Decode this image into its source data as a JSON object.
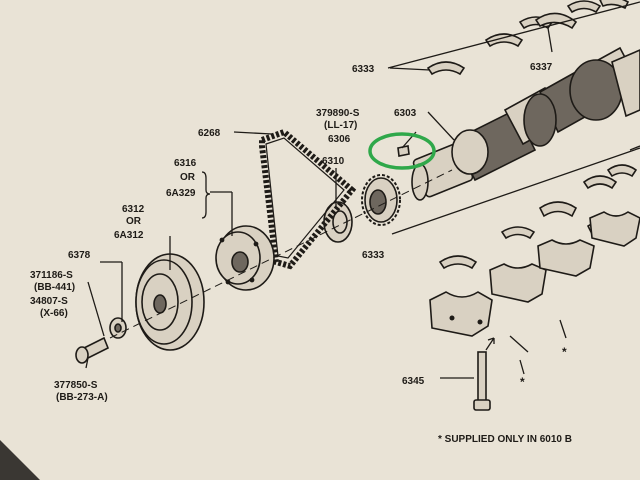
{
  "labels": {
    "l6333_top": "6333",
    "l6337": "6337",
    "l379890": "379890-S",
    "l_ll17": "(LL-17)",
    "l6303": "6303",
    "l6306": "6306",
    "l6268": "6268",
    "l6310": "6310",
    "l6316": "6316",
    "l_or1": "OR",
    "l6a329": "6A329",
    "l6312": "6312",
    "l_or2": "OR",
    "l6a312": "6A312",
    "l6378": "6378",
    "l371186": "371186-S",
    "l_bb441": "(BB-441)",
    "l34807": "34807-S",
    "l_x66": "(X-66)",
    "l6333_mid": "6333",
    "l377850": "377850-S",
    "l_bb273": "(BB-273-A)",
    "l6345": "6345",
    "footnote": "* SUPPLIED ONLY IN 6010 B"
  },
  "colors": {
    "paper": "#e9e3d6",
    "ink": "#1e1b17",
    "highlight": "#2fa84a",
    "background": "#2b2a27"
  }
}
